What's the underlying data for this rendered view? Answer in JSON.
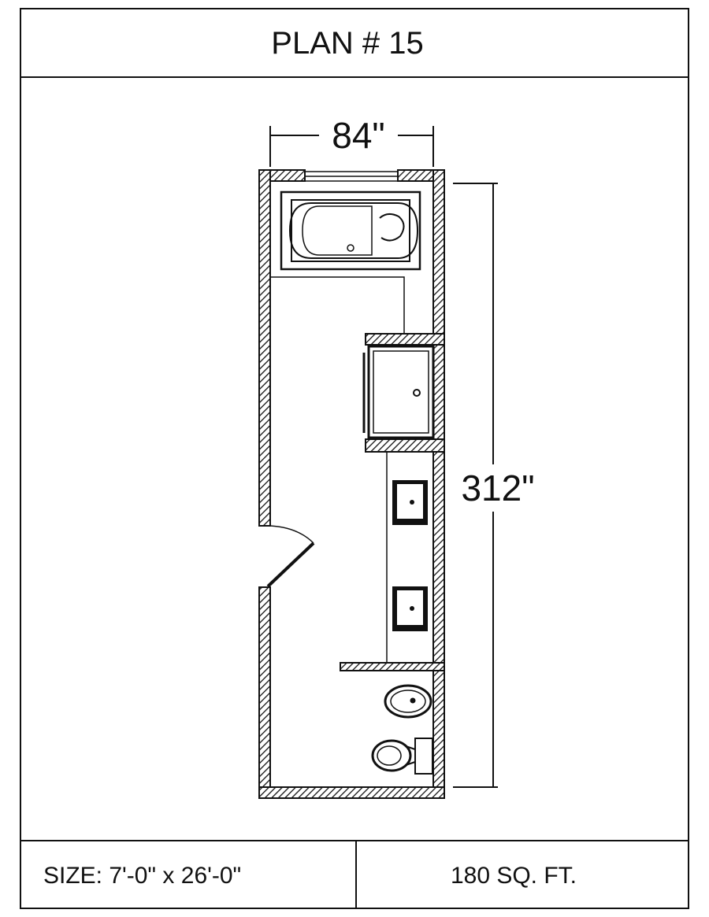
{
  "title": "PLAN # 15",
  "dimensions": {
    "width_label": "84\"",
    "length_label": "312\""
  },
  "footer": {
    "size_label": "SIZE:  7'-0\" x 26'-0\"",
    "area_label": "180 SQ. FT."
  },
  "fixtures": [
    "bathtub",
    "shower",
    "sink",
    "sink",
    "bidet",
    "toilet",
    "door"
  ]
}
